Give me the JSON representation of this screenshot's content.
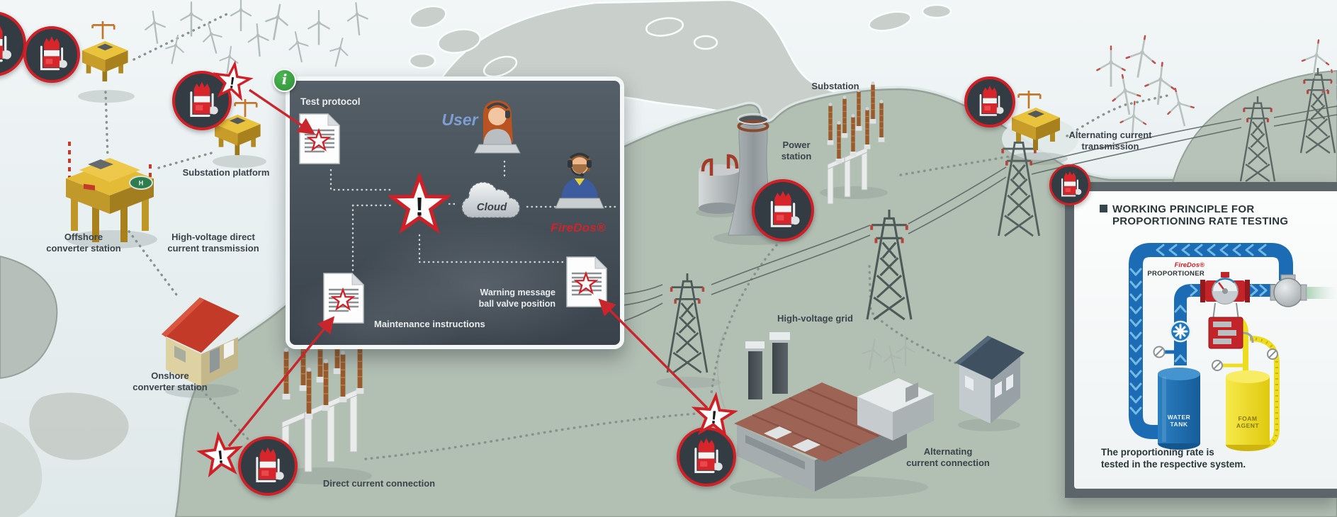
{
  "badges": {
    "alert": "!",
    "helipad": "H",
    "info": "i"
  },
  "cloud_panel": {
    "test_protocol": "Test protocol",
    "user": "User",
    "cloud": "Cloud",
    "brand": "FireDos®",
    "warning": [
      "Warning message",
      "ball valve position"
    ],
    "maintenance": "Maintenance instructions"
  },
  "map_labels": {
    "substation_platform": "Substation platform",
    "offshore_converter": [
      "Offshore",
      "converter station"
    ],
    "hvdc_transmission": [
      "High-voltage direct",
      "current transmission"
    ],
    "onshore_converter": [
      "Onshore",
      "converter station"
    ],
    "dc_connection": "Direct current connection",
    "power_station": [
      "Power",
      "station"
    ],
    "substation": "Substation",
    "hv_grid": "High-voltage grid",
    "ac_connection": [
      "Alternating",
      "current connection"
    ],
    "ac_transmission": [
      "Alternating current",
      "transmission"
    ]
  },
  "principle_panel": {
    "title": [
      "WORKING PRINCIPLE FOR",
      "PROPORTIONING RATE TESTING"
    ],
    "brand": "FireDos®",
    "proportioner": "PROPORTIONER",
    "water_tank": [
      "WATER",
      "TANK"
    ],
    "foam_agent": [
      "FOAM",
      "AGENT"
    ],
    "caption": [
      "The proportioning rate is",
      "tested in the respective system."
    ]
  },
  "colors": {
    "accent_red": "#c9252c",
    "pipe_blue": "#1b6cb4",
    "foam_yellow": "#eedc1e",
    "panel_dark": "#3a434b",
    "user_blue": "#7c9ed2",
    "land_green": "#b2bfb3"
  }
}
